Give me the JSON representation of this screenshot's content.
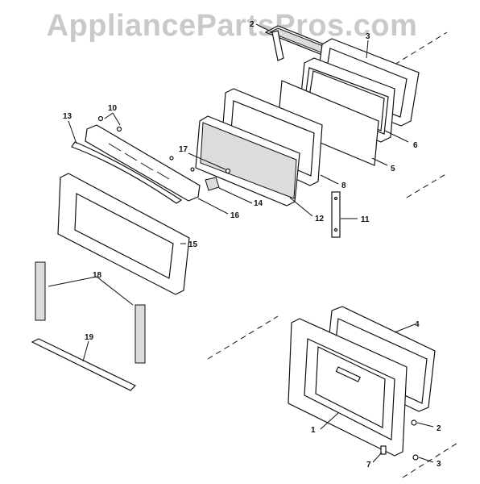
{
  "watermark": {
    "text": "AppliancePartsPros.com"
  },
  "callouts": {
    "c1": "1",
    "c2": "2",
    "c2b": "2",
    "c3": "3",
    "c3b": "3",
    "c4": "4",
    "c5": "5",
    "c6": "6",
    "c7": "7",
    "c8": "8",
    "c10": "10",
    "c11": "11",
    "c12": "12",
    "c13": "13",
    "c14": "14",
    "c15": "15",
    "c16": "16",
    "c17": "17",
    "c18": "18",
    "c19": "19"
  }
}
